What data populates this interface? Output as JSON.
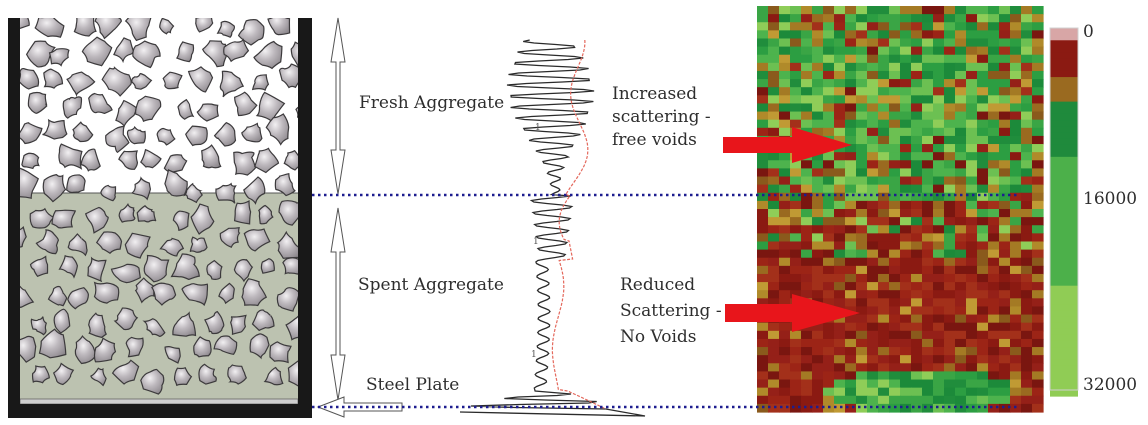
{
  "labels": {
    "fresh": "Fresh Aggregate",
    "spent": "Spent Aggregate",
    "steel": "Steel Plate",
    "increased": [
      "Increased",
      "scattering -",
      "free voids"
    ],
    "reduced": [
      "Reduced",
      "Scattering -",
      "No Voids"
    ]
  },
  "colorbar": {
    "ticks": [
      "0",
      "16000",
      "32000"
    ],
    "range": [
      0,
      32000
    ],
    "colors": [
      "#d8a6a6",
      "#8b1a12",
      "#9a6a20",
      "#1f8a3c",
      "#4cb04a",
      "#90cc55"
    ]
  },
  "colors": {
    "arrow": "#e8151b",
    "dotted_line": "#1d1d8f",
    "fresh_bg": "#ffffff",
    "spent_bg": "#bcc2b0",
    "aggregate_fill": "#b3aeb3",
    "aggregate_stroke": "#3c3a3c",
    "wall": "#181818",
    "trace_black": "#2b2b2b",
    "trace_red": "#e4685c"
  }
}
